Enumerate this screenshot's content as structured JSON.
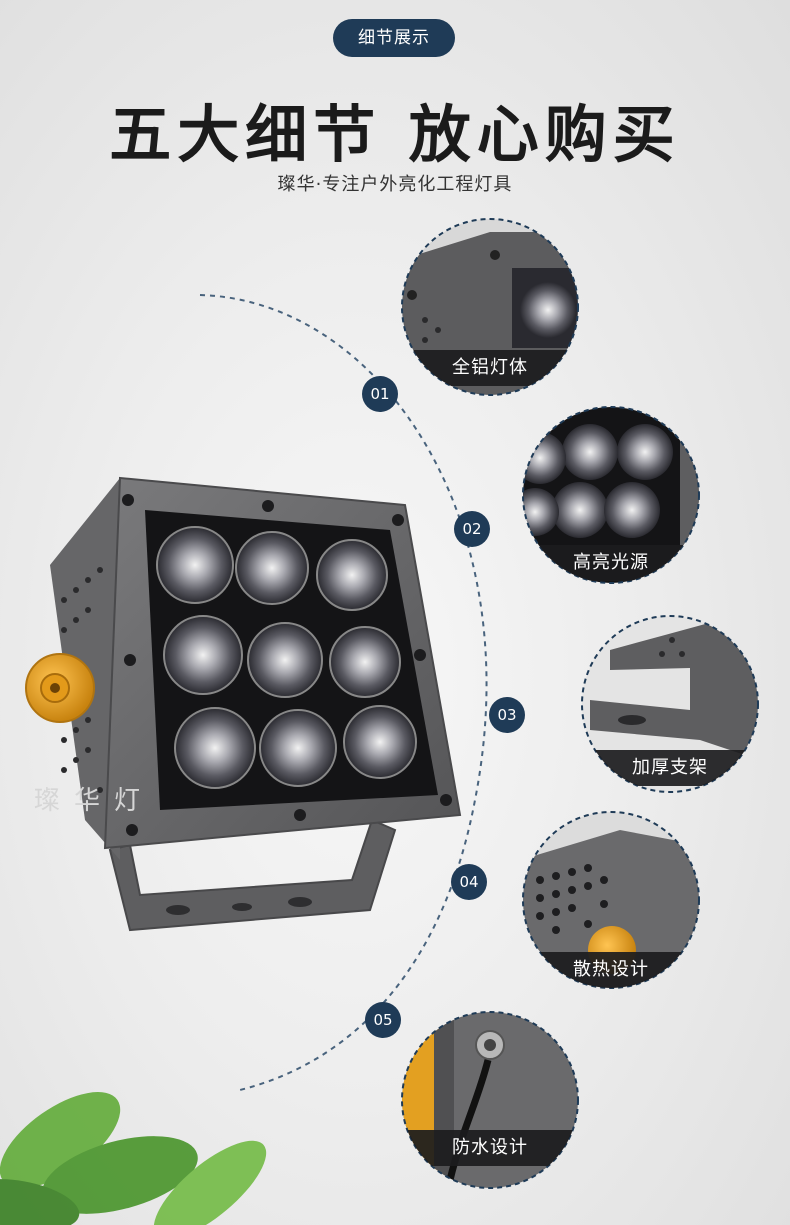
{
  "header": {
    "pill_label": "细节展示",
    "title": "五大细节 放心购买",
    "subtitle": "璨华·专注户外亮化工程灯具"
  },
  "details": [
    {
      "number": "01",
      "label": "全铝灯体"
    },
    {
      "number": "02",
      "label": "高亮光源"
    },
    {
      "number": "03",
      "label": "加厚支架"
    },
    {
      "number": "04",
      "label": "散热设计"
    },
    {
      "number": "05",
      "label": "防水设计"
    }
  ],
  "watermark": "璨华灯",
  "colors": {
    "accent": "#1f3b57",
    "housing": "#6a6a6c",
    "knob": "#e8a21e",
    "leaf": "#3f8f1f"
  }
}
